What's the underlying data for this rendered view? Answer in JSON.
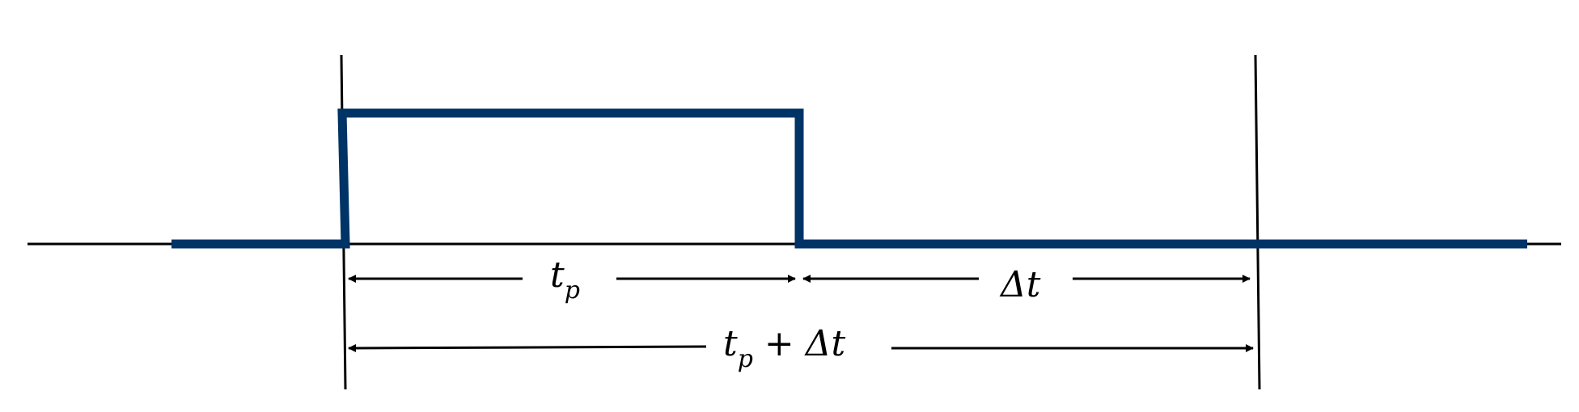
{
  "colors": {
    "pulse": "#003366",
    "line": "#000000",
    "background": "#ffffff"
  },
  "labels": {
    "pulse_duration": {
      "main": "t",
      "sub": "p"
    },
    "delay": {
      "main": "Δt"
    },
    "total": {
      "main": "t",
      "sub": "p",
      "rest": " + Δt"
    }
  }
}
